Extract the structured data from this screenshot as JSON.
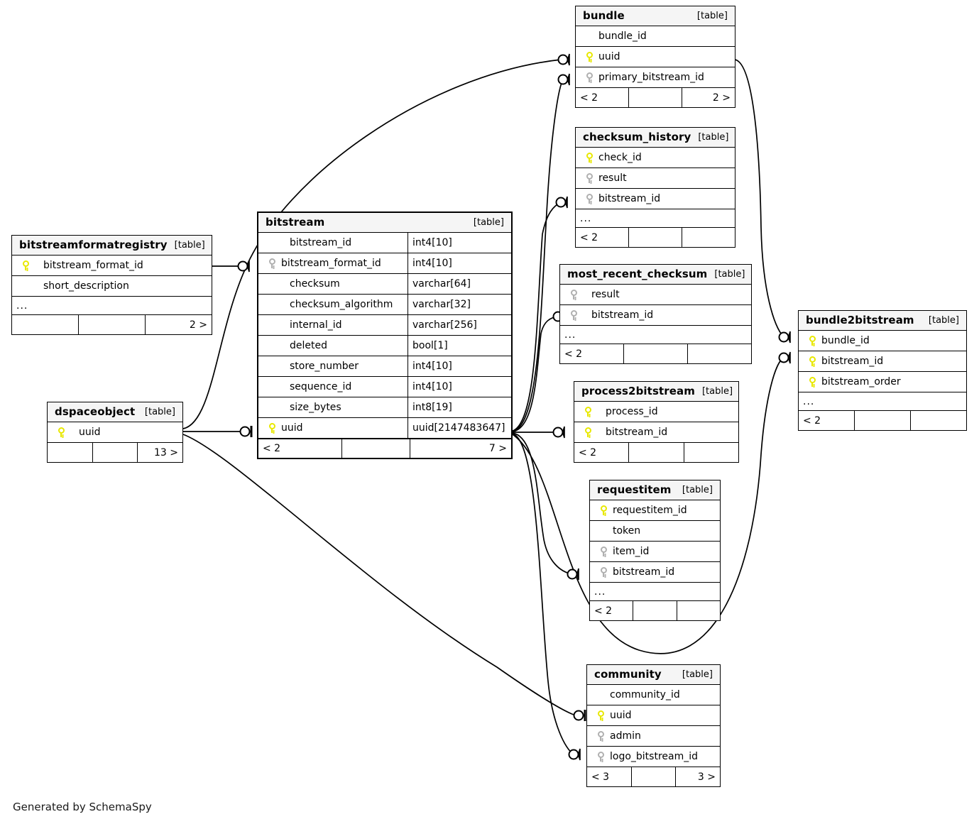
{
  "diagram": {
    "credit": "Generated by SchemaSpy",
    "table_tag": "[table]",
    "ellipsis": "...",
    "colors": {
      "pk_key": "#e8e800",
      "fk_key": "#b0b0b0",
      "header_bg": "#f5f5f5",
      "border": "#000000"
    }
  },
  "tables": [
    {
      "id": "bundle",
      "name": "bundle",
      "tag": "[table]",
      "columns": [
        {
          "name": "bundle_id",
          "key": "none",
          "type": ""
        },
        {
          "name": "uuid",
          "key": "pk",
          "type": ""
        },
        {
          "name": "primary_bitstream_id",
          "key": "fk",
          "type": ""
        }
      ],
      "has_ellipsis": false,
      "footer": [
        "< 2",
        "",
        "2 >"
      ]
    },
    {
      "id": "checksum_history",
      "name": "checksum_history",
      "tag": "[table]",
      "columns": [
        {
          "name": "check_id",
          "key": "pk",
          "type": ""
        },
        {
          "name": "result",
          "key": "fk",
          "type": ""
        },
        {
          "name": "bitstream_id",
          "key": "fk",
          "type": ""
        }
      ],
      "has_ellipsis": true,
      "footer": [
        "< 2",
        "",
        ""
      ]
    },
    {
      "id": "most_recent_checksum",
      "name": "most_recent_checksum",
      "tag": "[table]",
      "columns": [
        {
          "name": "result",
          "key": "fk",
          "type": ""
        },
        {
          "name": "bitstream_id",
          "key": "fk",
          "type": ""
        }
      ],
      "has_ellipsis": true,
      "footer": [
        "< 2",
        "",
        ""
      ]
    },
    {
      "id": "process2bitstream",
      "name": "process2bitstream",
      "tag": "[table]",
      "columns": [
        {
          "name": "process_id",
          "key": "pk",
          "type": ""
        },
        {
          "name": "bitstream_id",
          "key": "pk",
          "type": ""
        }
      ],
      "has_ellipsis": false,
      "footer": [
        "< 2",
        "",
        ""
      ]
    },
    {
      "id": "bundle2bitstream",
      "name": "bundle2bitstream",
      "tag": "[table]",
      "columns": [
        {
          "name": "bundle_id",
          "key": "pk",
          "type": ""
        },
        {
          "name": "bitstream_id",
          "key": "pk",
          "type": ""
        },
        {
          "name": "bitstream_order",
          "key": "pk",
          "type": ""
        }
      ],
      "has_ellipsis": true,
      "footer": [
        "< 2",
        "",
        ""
      ]
    },
    {
      "id": "requestitem",
      "name": "requestitem",
      "tag": "[table]",
      "columns": [
        {
          "name": "requestitem_id",
          "key": "pk",
          "type": ""
        },
        {
          "name": "token",
          "key": "none",
          "type": ""
        },
        {
          "name": "item_id",
          "key": "fk",
          "type": ""
        },
        {
          "name": "bitstream_id",
          "key": "fk",
          "type": ""
        }
      ],
      "has_ellipsis": true,
      "footer": [
        "< 2",
        "",
        ""
      ]
    },
    {
      "id": "community",
      "name": "community",
      "tag": "[table]",
      "columns": [
        {
          "name": "community_id",
          "key": "none",
          "type": ""
        },
        {
          "name": "uuid",
          "key": "pk",
          "type": ""
        },
        {
          "name": "admin",
          "key": "fk",
          "type": ""
        },
        {
          "name": "logo_bitstream_id",
          "key": "fk",
          "type": ""
        }
      ],
      "has_ellipsis": false,
      "footer": [
        "< 3",
        "",
        "3 >"
      ]
    },
    {
      "id": "bitstreamformatregistry",
      "name": "bitstreamformatregistry",
      "tag": "[table]",
      "columns": [
        {
          "name": "bitstream_format_id",
          "key": "pk",
          "type": ""
        },
        {
          "name": "short_description",
          "key": "none",
          "type": ""
        }
      ],
      "has_ellipsis": true,
      "footer": [
        "",
        "",
        "2 >"
      ]
    },
    {
      "id": "dspaceobject",
      "name": "dspaceobject",
      "tag": "[table]",
      "columns": [
        {
          "name": "uuid",
          "key": "pk",
          "type": ""
        }
      ],
      "has_ellipsis": false,
      "footer": [
        "",
        "",
        "13 >"
      ]
    },
    {
      "id": "bitstream",
      "name": "bitstream",
      "tag": "[table]",
      "columns": [
        {
          "name": "bitstream_id",
          "key": "none",
          "type": "int4[10]"
        },
        {
          "name": "bitstream_format_id",
          "key": "fk",
          "type": "int4[10]"
        },
        {
          "name": "checksum",
          "key": "none",
          "type": "varchar[64]"
        },
        {
          "name": "checksum_algorithm",
          "key": "none",
          "type": "varchar[32]"
        },
        {
          "name": "internal_id",
          "key": "none",
          "type": "varchar[256]"
        },
        {
          "name": "deleted",
          "key": "none",
          "type": "bool[1]"
        },
        {
          "name": "store_number",
          "key": "none",
          "type": "int4[10]"
        },
        {
          "name": "sequence_id",
          "key": "none",
          "type": "int4[10]"
        },
        {
          "name": "size_bytes",
          "key": "none",
          "type": "int8[19]"
        },
        {
          "name": "uuid",
          "key": "pk",
          "type": "uuid[2147483647]"
        }
      ],
      "has_ellipsis": false,
      "footer": [
        "< 2",
        "",
        "7 >"
      ]
    }
  ]
}
